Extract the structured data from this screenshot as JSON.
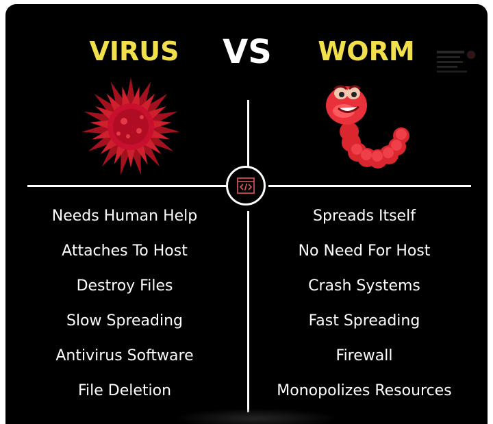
{
  "header": {
    "left_title": "VIRUS",
    "middle_title": "VS",
    "right_title": "WORM"
  },
  "center_icon": "code-brackets-icon",
  "virus": {
    "icon": "virus-icon",
    "traits": [
      "Needs Human Help",
      "Attaches To Host",
      "Destroy Files",
      "Slow Spreading",
      "Antivirus Software",
      "File Deletion"
    ]
  },
  "worm": {
    "icon": "worm-icon",
    "traits": [
      "Spreads Itself",
      "No Need For Host",
      "Crash Systems",
      "Fast Spreading",
      "Firewall",
      "Monopolizes Resources"
    ]
  },
  "colors": {
    "background": "#000000",
    "title_accent": "#f2e04a",
    "text": "#ffffff",
    "virus_red": "#c8102e",
    "worm_red": "#e8313a"
  }
}
